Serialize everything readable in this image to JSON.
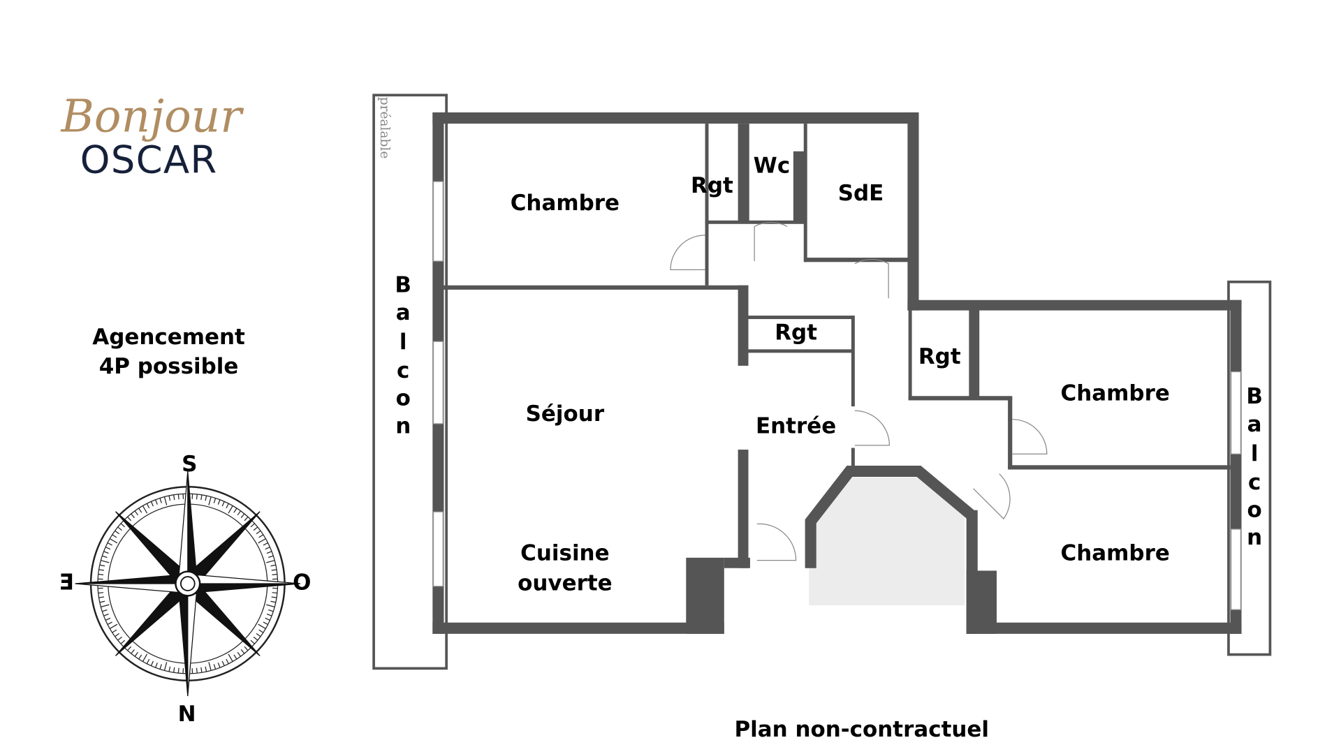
{
  "logo": {
    "script": "Bonjour",
    "word": "OSCAR",
    "script_color": "#b08d62",
    "word_color": "#16203a"
  },
  "layout_note": {
    "line1": "Agencement",
    "line2": "4P possible"
  },
  "compass": {
    "top": "S",
    "bottom": "N",
    "left": "E",
    "right": "O"
  },
  "plan": {
    "rooms": {
      "chambre_nw": "Chambre",
      "rgt_1": "Rgt",
      "wc": "Wc",
      "sde": "SdE",
      "rgt_2": "Rgt",
      "rgt_3": "Rgt",
      "chambre_e": "Chambre",
      "sejour": "Séjour",
      "entree": "Entrée",
      "cuisine_1": "Cuisine",
      "cuisine_2": "ouverte",
      "chambre_se": "Chambre"
    },
    "balcon_left": [
      "B",
      "a",
      "l",
      "c",
      "o",
      "n"
    ],
    "balcon_right": [
      "B",
      "a",
      "l",
      "c",
      "o",
      "n"
    ],
    "vertical_note": "préalable",
    "wall_color": "#555555"
  },
  "footer": {
    "disclaimer": "Plan non-contractuel"
  }
}
